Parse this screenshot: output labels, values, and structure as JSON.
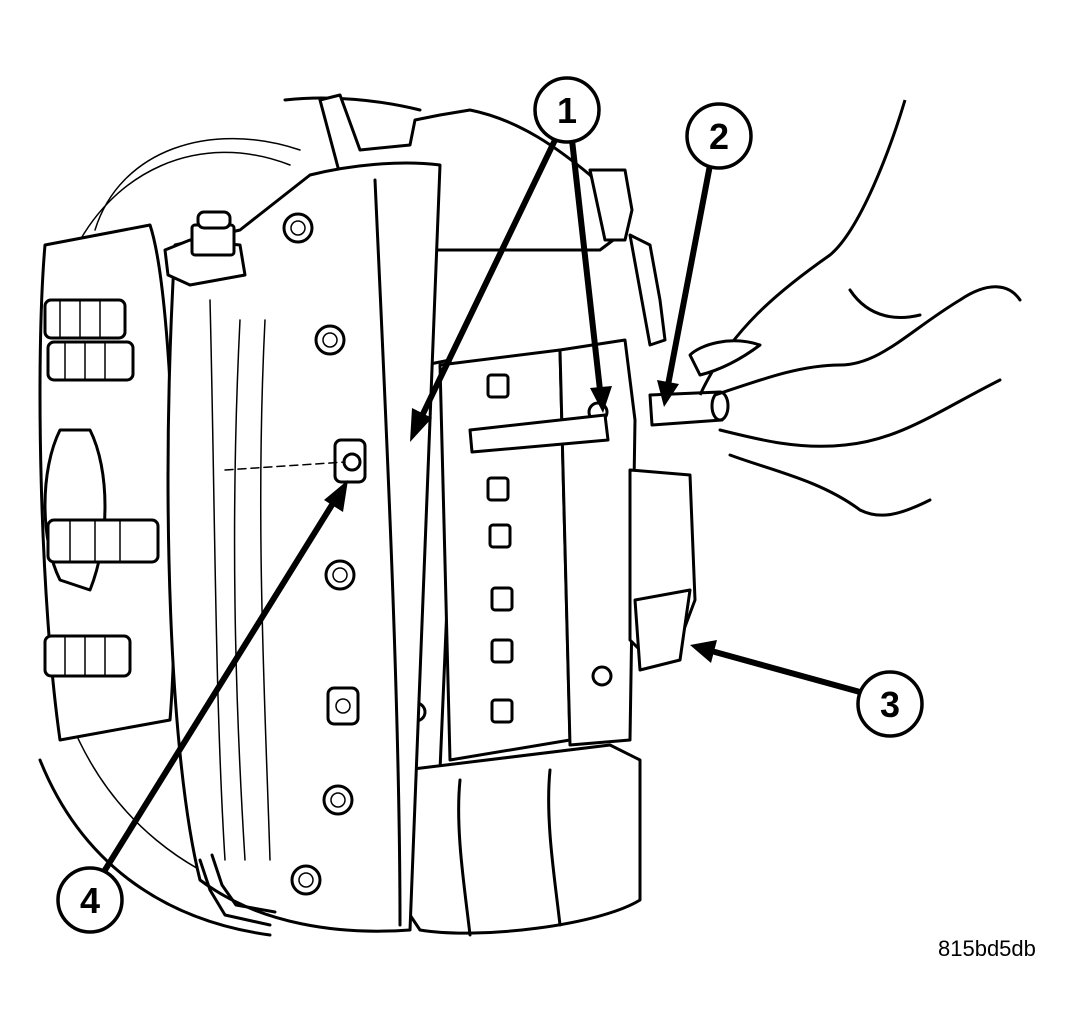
{
  "callouts": [
    {
      "id": "1",
      "label": "1"
    },
    {
      "id": "2",
      "label": "2"
    },
    {
      "id": "3",
      "label": "3"
    },
    {
      "id": "4",
      "label": "4"
    }
  ],
  "figure_id": "815bd5db",
  "colors": {
    "ink": "#000000",
    "paper": "#ffffff"
  }
}
